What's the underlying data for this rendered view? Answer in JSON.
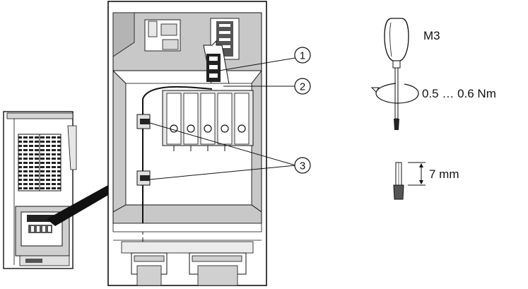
{
  "callouts": [
    {
      "id": "callout-1",
      "label": "1"
    },
    {
      "id": "callout-2",
      "label": "2"
    },
    {
      "id": "callout-3",
      "label": "3"
    }
  ],
  "tool": {
    "screw_size": "M3",
    "torque": "0.5 … 0.6 Nm"
  },
  "ferrule": {
    "strip_length": "7 mm"
  }
}
